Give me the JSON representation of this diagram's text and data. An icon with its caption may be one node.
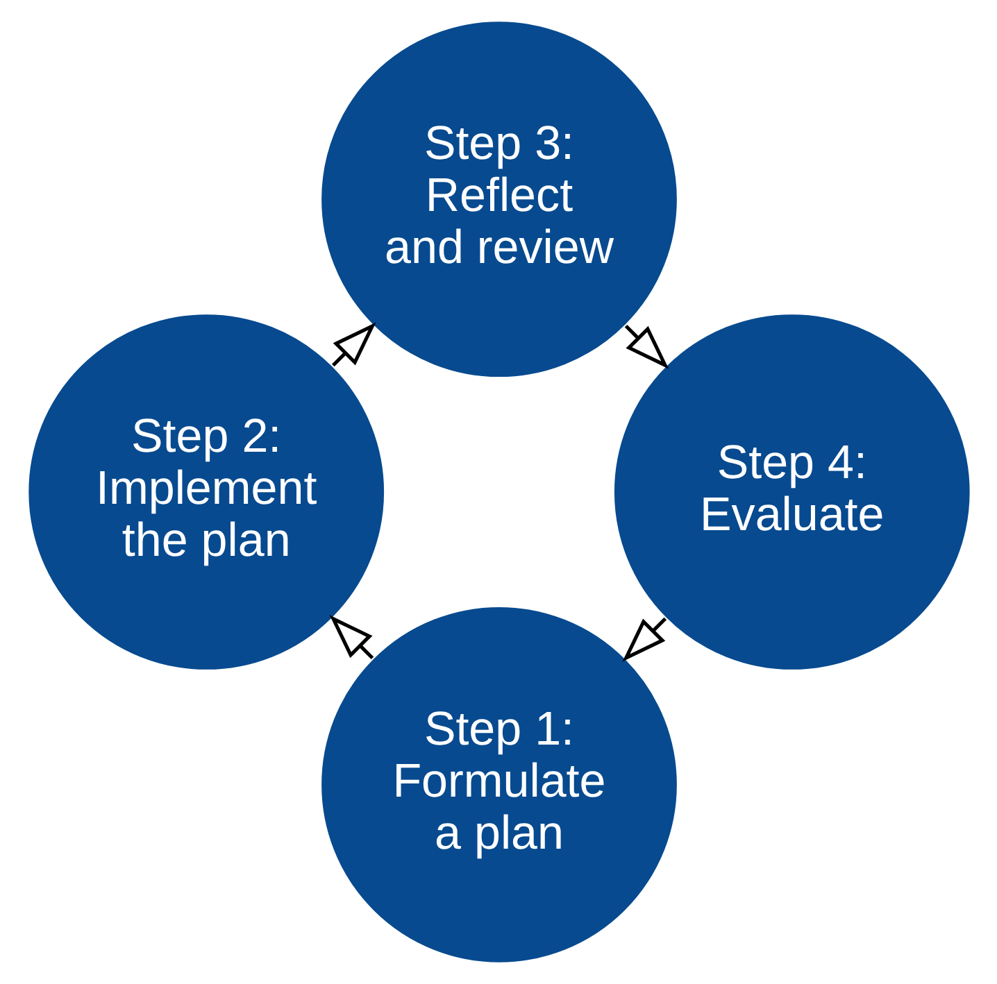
{
  "diagram": {
    "nodes": [
      {
        "text": [
          "Step 1: Formulate a plan"
        ]
      },
      {
        "text": [
          "Step 2: Implement the plan"
        ]
      },
      {
        "text": [
          "Step 3: Reflect and review"
        ]
      },
      {
        "text": [
          "Step 4: Evaluate"
        ]
      }
    ],
    "edges": [
      {
        "from": 0,
        "to": 1,
        "arrow": "to"
      },
      {
        "from": 1,
        "to": 2,
        "arrow": "to"
      },
      {
        "from": 2,
        "to": 3,
        "arrow": "to"
      },
      {
        "from": 3,
        "to": 0,
        "arrow": "to"
      }
    ]
  }
}
